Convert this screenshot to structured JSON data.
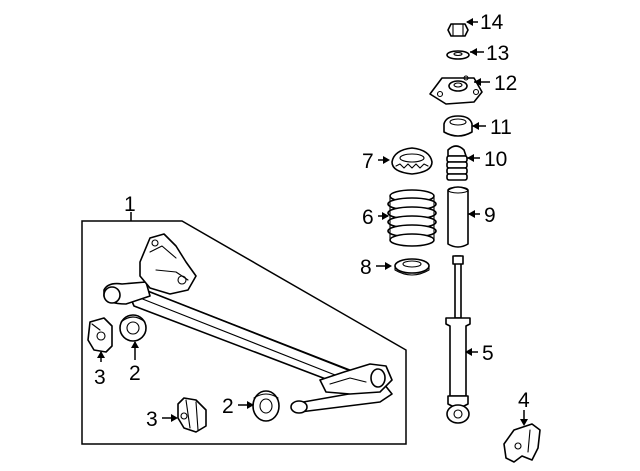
{
  "callouts": {
    "c1": "1",
    "c2a": "2",
    "c2b": "2",
    "c3a": "3",
    "c3b": "3",
    "c4": "4",
    "c5": "5",
    "c6": "6",
    "c7": "7",
    "c8": "8",
    "c9": "9",
    "c10": "10",
    "c11": "11",
    "c12": "12",
    "c13": "13",
    "c14": "14"
  }
}
